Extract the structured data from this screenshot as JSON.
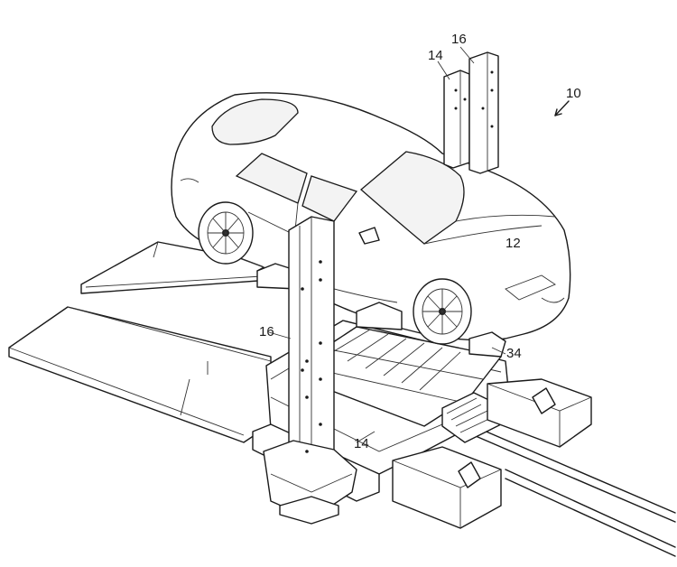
{
  "labels": {
    "assembly": "10",
    "vehicle": "12",
    "lift_left_top": "14",
    "lift_right_top": "16",
    "lift_front_upright": "16",
    "lift_front_base": "14",
    "battery_frame": "34"
  },
  "colors": {
    "line": "#1a1a1a",
    "background": "#ffffff"
  }
}
